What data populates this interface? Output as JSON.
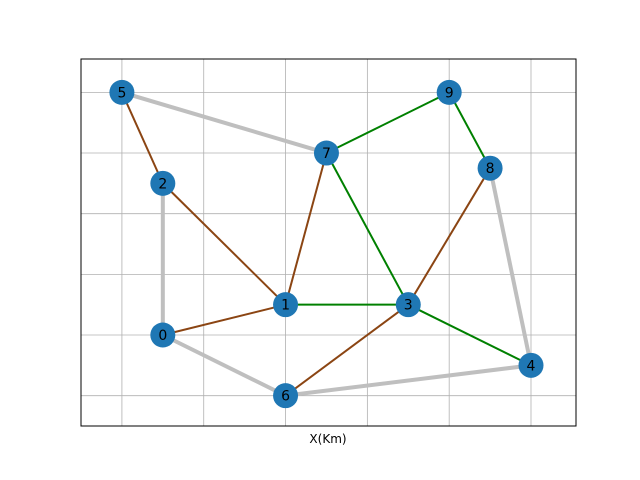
{
  "xlabel": "X(Km)",
  "grid": true,
  "xlim": [
    -1.0,
    11.1
  ],
  "ylim": [
    -0.5,
    5.55
  ],
  "x_grid": [
    0,
    2,
    4,
    6,
    8,
    10
  ],
  "y_grid": [
    0,
    1,
    2,
    3,
    4,
    5
  ],
  "colors": {
    "node": "#1f77b4",
    "edge_gray": "#bfbfbf",
    "edge_brown": "#8b4513",
    "edge_green": "#008000",
    "grid": "#b0b0b0"
  },
  "nodes": [
    {
      "id": "0",
      "x": 1.0,
      "y": 1.0
    },
    {
      "id": "1",
      "x": 4.0,
      "y": 1.5
    },
    {
      "id": "2",
      "x": 1.0,
      "y": 3.5
    },
    {
      "id": "3",
      "x": 7.0,
      "y": 1.5
    },
    {
      "id": "4",
      "x": 10.0,
      "y": 0.5
    },
    {
      "id": "5",
      "x": 0.0,
      "y": 5.0
    },
    {
      "id": "6",
      "x": 4.0,
      "y": 0.0
    },
    {
      "id": "7",
      "x": 5.0,
      "y": 4.0
    },
    {
      "id": "8",
      "x": 9.0,
      "y": 3.75
    },
    {
      "id": "9",
      "x": 8.0,
      "y": 5.0
    }
  ],
  "edges": [
    {
      "from": "5",
      "to": "7",
      "color": "gray"
    },
    {
      "from": "2",
      "to": "0",
      "color": "gray"
    },
    {
      "from": "0",
      "to": "6",
      "color": "gray"
    },
    {
      "from": "6",
      "to": "4",
      "color": "gray"
    },
    {
      "from": "4",
      "to": "8",
      "color": "gray"
    },
    {
      "from": "5",
      "to": "2",
      "color": "brown"
    },
    {
      "from": "2",
      "to": "1",
      "color": "brown"
    },
    {
      "from": "0",
      "to": "1",
      "color": "brown"
    },
    {
      "from": "1",
      "to": "7",
      "color": "brown"
    },
    {
      "from": "6",
      "to": "3",
      "color": "brown"
    },
    {
      "from": "3",
      "to": "8",
      "color": "brown"
    },
    {
      "from": "7",
      "to": "9",
      "color": "green"
    },
    {
      "from": "9",
      "to": "8",
      "color": "green"
    },
    {
      "from": "7",
      "to": "3",
      "color": "green"
    },
    {
      "from": "1",
      "to": "3",
      "color": "green"
    },
    {
      "from": "3",
      "to": "4",
      "color": "green"
    }
  ]
}
